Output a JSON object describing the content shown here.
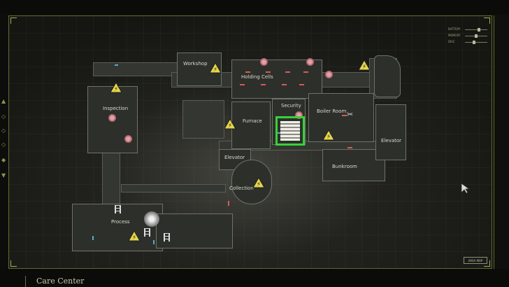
{
  "location": {
    "name": "Care Center"
  },
  "area_map_button": {
    "label": "AREA MAP"
  },
  "status_meters": [
    {
      "label": "BATTERY",
      "level": 0.55
    },
    {
      "label": "MEMORY",
      "level": 0.45
    },
    {
      "label": "DISC",
      "level": 0.35
    }
  ],
  "rooms": {
    "workshop": "Workshop",
    "holding_cells": "Holding Cells",
    "inspection": "Inspection",
    "security": "Security",
    "furnace": "Furnace",
    "boiler_room": "Boiler Room",
    "elevator_right": "Elevator",
    "elevator_left": "Elevator",
    "bunkroom": "Bunkroom",
    "collection": "Collection",
    "process": "Process"
  },
  "colors": {
    "frame": "#5d6a2c",
    "highlight": "#38d137",
    "door_red": "#d45b5b",
    "door_blue": "#5aa9c9",
    "hazard": "#e6d84a"
  },
  "icons": [
    "hazard-icon",
    "flower-icon",
    "ladder-icon",
    "security-camera-icon",
    "player-marker-icon",
    "scissors-icon",
    "cursor-icon"
  ]
}
